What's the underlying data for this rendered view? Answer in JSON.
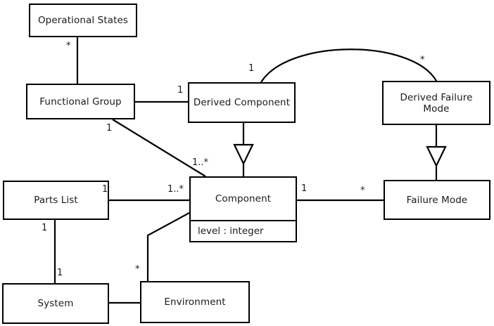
{
  "diagram": {
    "type": "uml-class-diagram",
    "title": "",
    "stroke_color": "#000000",
    "fill_color": "#ffffff",
    "text_color": "#1a1a1a",
    "classes": [
      {
        "id": "operational-states",
        "name": "Operational States",
        "attributes": []
      },
      {
        "id": "functional-group",
        "name": "Functional Group",
        "attributes": []
      },
      {
        "id": "derived-component",
        "name": "Derived Component",
        "attributes": []
      },
      {
        "id": "derived-failure-mode",
        "name": "Derived Failure Mode",
        "attributes": []
      },
      {
        "id": "parts-list",
        "name": "Parts List",
        "attributes": []
      },
      {
        "id": "component",
        "name": "Component",
        "attributes": [
          "level : integer"
        ]
      },
      {
        "id": "failure-mode",
        "name": "Failure Mode",
        "attributes": []
      },
      {
        "id": "system",
        "name": "System",
        "attributes": []
      },
      {
        "id": "environment",
        "name": "Environment",
        "attributes": []
      }
    ],
    "multiplicities": [
      {
        "id": "m-opstates-fg",
        "label": "*",
        "from": "operational-states",
        "to": "functional-group"
      },
      {
        "id": "m-fg-dc",
        "label": "1",
        "from": "functional-group",
        "to": "derived-component"
      },
      {
        "id": "m-fg-comp",
        "label": "1",
        "from": "functional-group",
        "to": "component"
      },
      {
        "id": "m-comp-fg",
        "label": "1..*",
        "from": "component",
        "to": "functional-group"
      },
      {
        "id": "m-dc-arc",
        "label": "1",
        "from": "derived-component",
        "to": "derived-failure-mode"
      },
      {
        "id": "m-dfm-arc",
        "label": "*",
        "from": "derived-failure-mode",
        "to": "derived-component"
      },
      {
        "id": "m-partslist-comp",
        "label": "1",
        "from": "parts-list",
        "to": "component"
      },
      {
        "id": "m-comp-partslist",
        "label": "1..*",
        "from": "component",
        "to": "parts-list"
      },
      {
        "id": "m-comp-fm",
        "label": "1",
        "from": "component",
        "to": "failure-mode"
      },
      {
        "id": "m-fm-comp",
        "label": "*",
        "from": "failure-mode",
        "to": "component"
      },
      {
        "id": "m-partslist-system",
        "label": "1",
        "from": "parts-list",
        "to": "system"
      },
      {
        "id": "m-system-partslist",
        "label": "1",
        "from": "system",
        "to": "parts-list"
      },
      {
        "id": "m-env-comp",
        "label": "*",
        "from": "environment",
        "to": "component"
      }
    ],
    "relationships": [
      {
        "id": "rel-opstates-fg",
        "kind": "association",
        "from": "operational-states",
        "to": "functional-group"
      },
      {
        "id": "rel-fg-dc",
        "kind": "association",
        "from": "functional-group",
        "to": "derived-component"
      },
      {
        "id": "rel-fg-comp",
        "kind": "association",
        "from": "functional-group",
        "to": "component"
      },
      {
        "id": "rel-dc-dfm",
        "kind": "association",
        "from": "derived-component",
        "to": "derived-failure-mode"
      },
      {
        "id": "rel-dc-comp",
        "kind": "generalization",
        "from": "derived-component",
        "to": "component"
      },
      {
        "id": "rel-dfm-fm",
        "kind": "generalization",
        "from": "derived-failure-mode",
        "to": "failure-mode"
      },
      {
        "id": "rel-partslist-comp",
        "kind": "association",
        "from": "parts-list",
        "to": "component"
      },
      {
        "id": "rel-comp-fm",
        "kind": "association",
        "from": "component",
        "to": "failure-mode"
      },
      {
        "id": "rel-partslist-system",
        "kind": "association",
        "from": "parts-list",
        "to": "system"
      },
      {
        "id": "rel-system-env",
        "kind": "association",
        "from": "system",
        "to": "environment"
      },
      {
        "id": "rel-env-comp",
        "kind": "association",
        "from": "environment",
        "to": "component"
      }
    ]
  }
}
